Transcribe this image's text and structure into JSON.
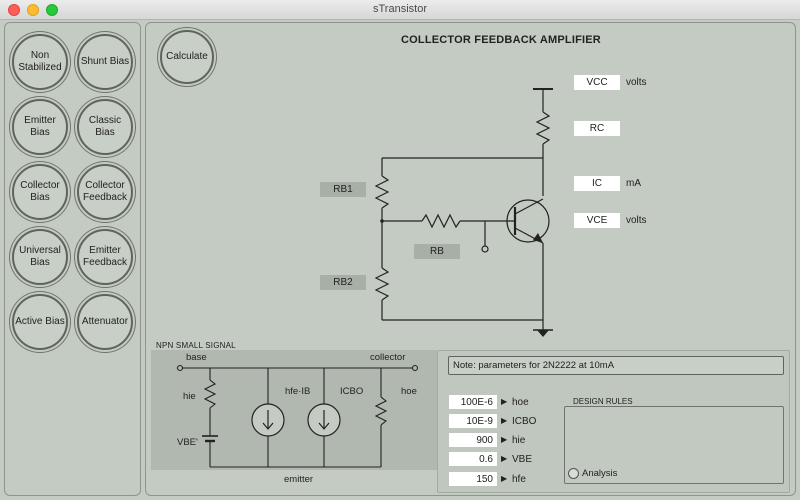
{
  "window": {
    "title": "sTransistor"
  },
  "sidebar": {
    "buttons": [
      {
        "label": "Non Stabilized"
      },
      {
        "label": "Shunt Bias"
      },
      {
        "label": "Emitter Bias"
      },
      {
        "label": "Classic Bias"
      },
      {
        "label": "Collector Bias"
      },
      {
        "label": "Collector Feedback"
      },
      {
        "label": "Universal Bias"
      },
      {
        "label": "Emitter Feedback"
      },
      {
        "label": "Active Bias"
      },
      {
        "label": "Attenuator"
      }
    ]
  },
  "main": {
    "calculate_label": "Calculate",
    "title": "COLLECTOR FEEDBACK AMPLIFIER",
    "fields": {
      "vcc": {
        "value": "VCC",
        "unit": "volts"
      },
      "rc": {
        "value": "RC"
      },
      "ic": {
        "value": "IC",
        "unit": "mA"
      },
      "vce": {
        "value": "VCE",
        "unit": "volts"
      }
    },
    "resistor_labels": {
      "rb1": "RB1",
      "rb": "RB",
      "rb2": "RB2"
    }
  },
  "small_signal": {
    "title": "NPN SMALL SIGNAL",
    "base": "base",
    "collector": "collector",
    "emitter": "emitter",
    "hie": "hie",
    "vbe": "VBE'",
    "hfe_ib": "hfe·IB",
    "icbo": "ICBO",
    "hoe": "hoe"
  },
  "note": "Note: parameters for 2N2222 at 10mA",
  "params": [
    {
      "value": "100E-6",
      "label": "hoe"
    },
    {
      "value": "10E-9",
      "label": "ICBO"
    },
    {
      "value": "900",
      "label": "hie"
    },
    {
      "value": "0.6",
      "label": "VBE"
    },
    {
      "value": "150",
      "label": "hfe"
    }
  ],
  "design_rules": {
    "title": "DESIGN RULES",
    "analysis_label": "Analysis"
  }
}
